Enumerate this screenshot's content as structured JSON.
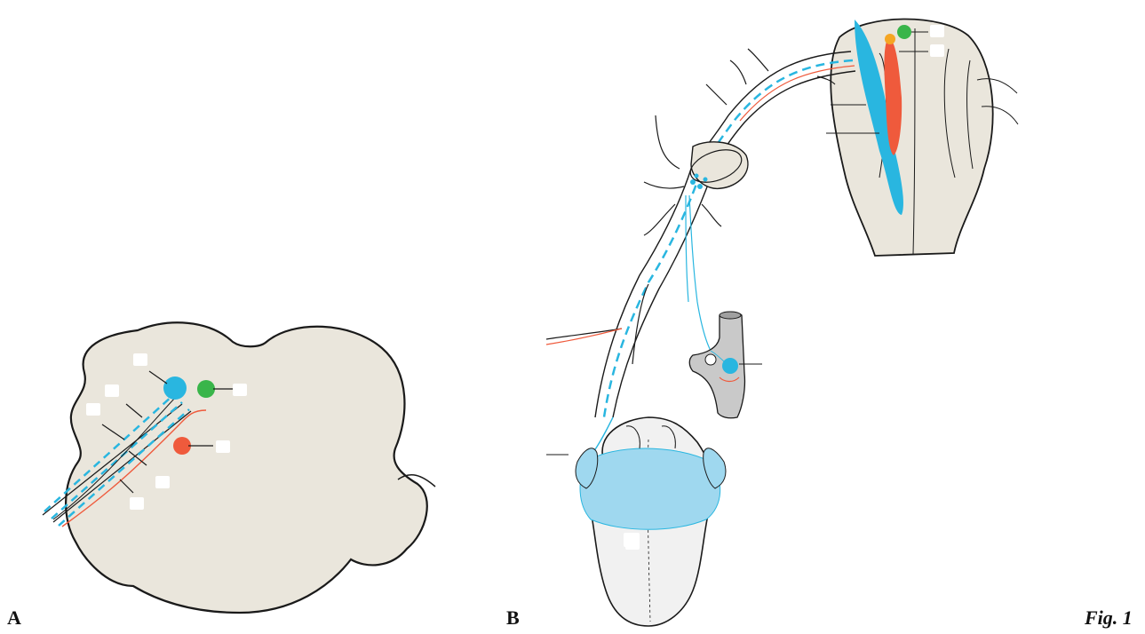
{
  "panels": {
    "a_label": "A",
    "b_label": "B"
  },
  "figure_label": "Fig. 1",
  "colors": {
    "tissue": "#eae6dc",
    "outline": "#1a1a1a",
    "nerve_blue": "#29b6e0",
    "nucleus_green": "#39b54a",
    "nucleus_red": "#ef5a3c",
    "stipple_blue": "#9fd8ef",
    "callout_box": "#ffffff"
  }
}
